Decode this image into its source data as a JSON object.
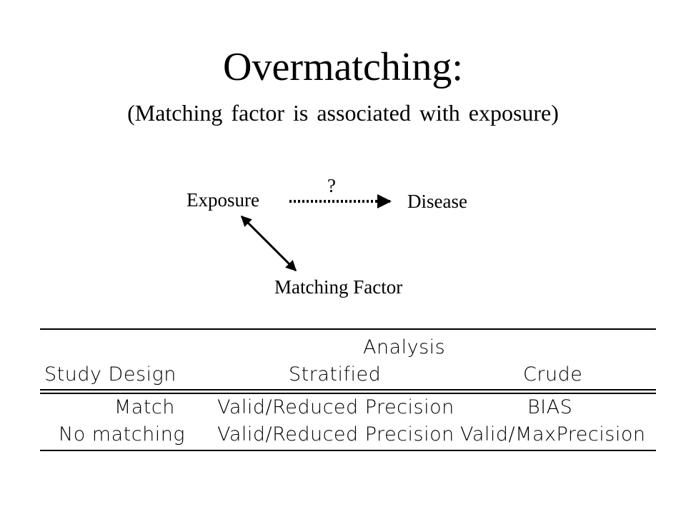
{
  "slide": {
    "title": "Overmatching:",
    "subtitle": "(Matching factor is associated with exposure)"
  },
  "diagram": {
    "exposure_label": "Exposure",
    "disease_label": "Disease",
    "matching_factor_label": "Matching Factor",
    "unknown_association_label": "?"
  },
  "table": {
    "group_header": "Analysis",
    "columns": [
      "Study Design",
      "Stratified",
      "Crude"
    ],
    "rows": [
      {
        "design": "Match",
        "stratified": "Valid/Reduced Precision",
        "crude": "BIAS"
      },
      {
        "design": "No matching",
        "stratified": "Valid/Reduced Precision",
        "crude": "Valid/MaxPrecision"
      }
    ]
  }
}
